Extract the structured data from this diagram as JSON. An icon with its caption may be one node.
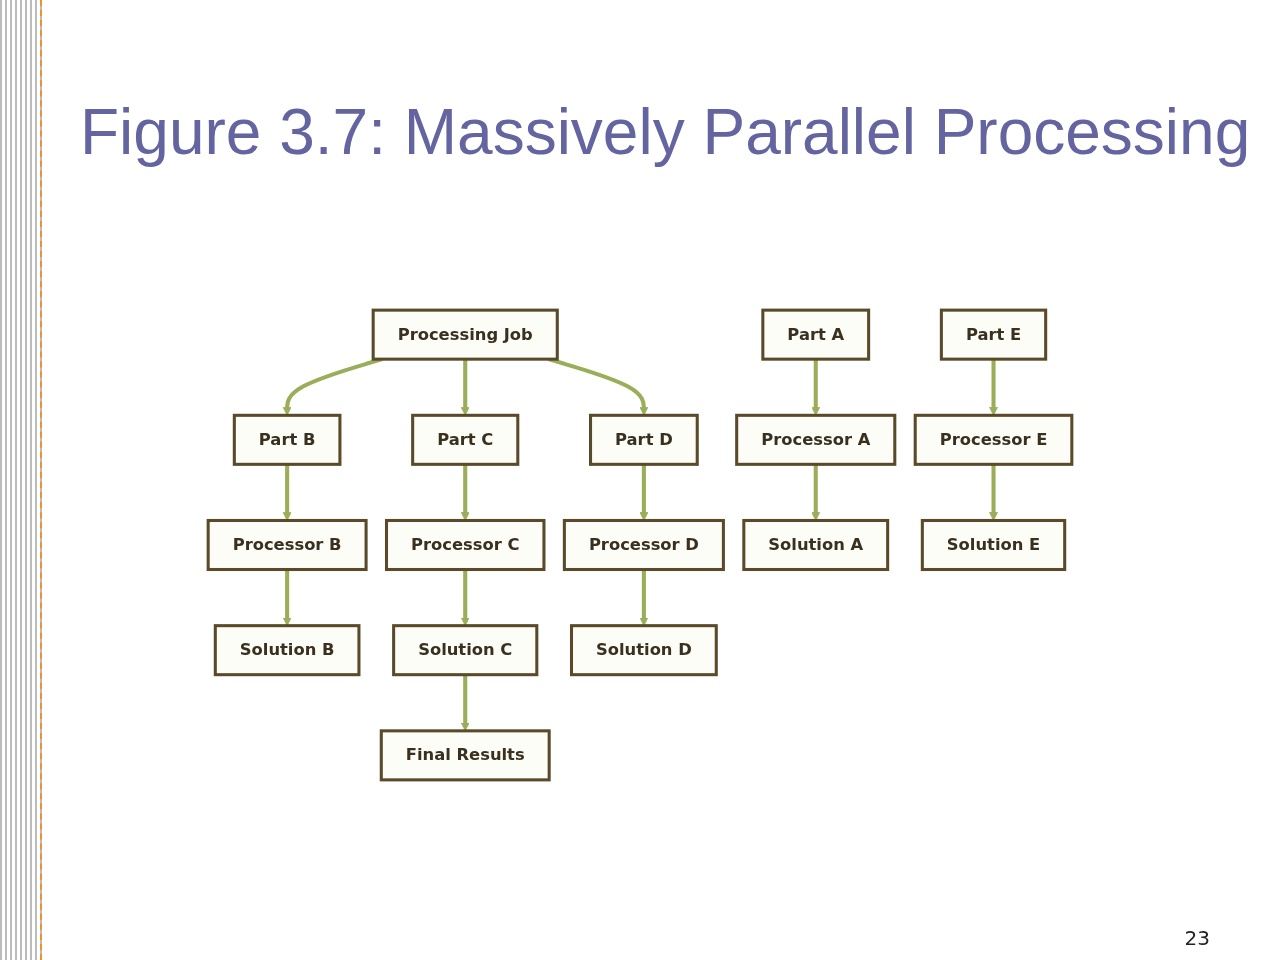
{
  "diagram": {
    "title": "Figure 3.7: Massively Parallel Processing",
    "nodes": [
      {
        "text": [
          "Processing Job"
        ]
      },
      {
        "text": [
          "Part A"
        ]
      },
      {
        "text": [
          "Part B"
        ]
      },
      {
        "text": [
          "Part C"
        ]
      },
      {
        "text": [
          "Part D"
        ]
      },
      {
        "text": [
          "Part E"
        ]
      },
      {
        "text": [
          "Processor A"
        ]
      },
      {
        "text": [
          "Processor B"
        ]
      },
      {
        "text": [
          "Processor C"
        ]
      },
      {
        "text": [
          "Processor D"
        ]
      },
      {
        "text": [
          "Processor E"
        ]
      },
      {
        "text": [
          "Solution A"
        ]
      },
      {
        "text": [
          "Solution B"
        ]
      },
      {
        "text": [
          "Solution C"
        ]
      },
      {
        "text": [
          "Solution D"
        ]
      },
      {
        "text": [
          "Solution E"
        ]
      },
      {
        "text": [
          "Final Results"
        ]
      }
    ],
    "edges": [
      {
        "from": 0,
        "to": 2,
        "arrow": "to"
      },
      {
        "from": 0,
        "to": 3,
        "arrow": "to"
      },
      {
        "from": 0,
        "to": 4,
        "arrow": "to"
      },
      {
        "from": 1,
        "to": 6,
        "arrow": "to"
      },
      {
        "from": 2,
        "to": 7,
        "arrow": "to"
      },
      {
        "from": 3,
        "to": 8,
        "arrow": "to"
      },
      {
        "from": 4,
        "to": 9,
        "arrow": "to"
      },
      {
        "from": 5,
        "to": 10,
        "arrow": "to"
      },
      {
        "from": 6,
        "to": 11,
        "arrow": "to"
      },
      {
        "from": 7,
        "to": 12,
        "arrow": "to"
      },
      {
        "from": 8,
        "to": 13,
        "arrow": "to"
      },
      {
        "from": 9,
        "to": 14,
        "arrow": "to"
      },
      {
        "from": 10,
        "to": 15,
        "arrow": "to"
      },
      {
        "from": 13,
        "to": 16,
        "arrow": "to"
      }
    ],
    "labels": [
      "23"
    ]
  }
}
